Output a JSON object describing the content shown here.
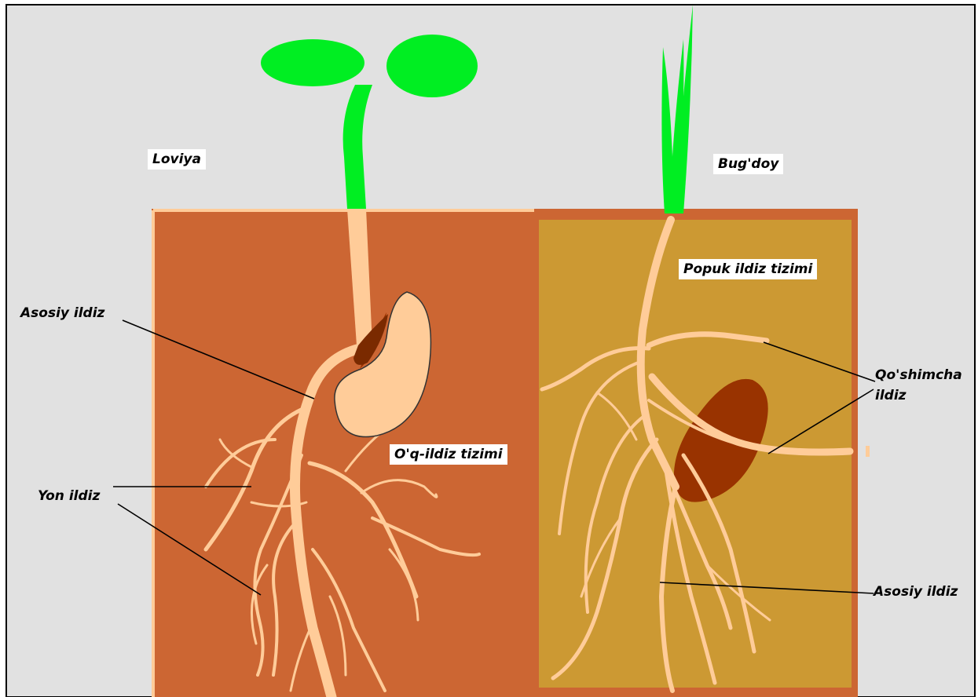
{
  "labels": {
    "bean": "Loviya",
    "wheat": "Bug'doy",
    "taproot_system": "O'q-ildiz tizimi",
    "fibrous_system": "Popuk ildiz tizimi",
    "main_root_left": "Asosiy ildiz",
    "lateral_root": "Yon ildiz",
    "additional_root_line1": "Qo'shimcha",
    "additional_root_line2": "ildiz",
    "main_root_right": "Asosiy ildiz"
  },
  "colors": {
    "background": "#e1e1e1",
    "soil_left": "#cc6633",
    "soil_right": "#cc9933",
    "soil_right_border": "#cc6633",
    "root": "#ffcc99",
    "leaf": "#00ee22",
    "bean_seed": "#ffcc99",
    "seed_dark": "#993300"
  }
}
